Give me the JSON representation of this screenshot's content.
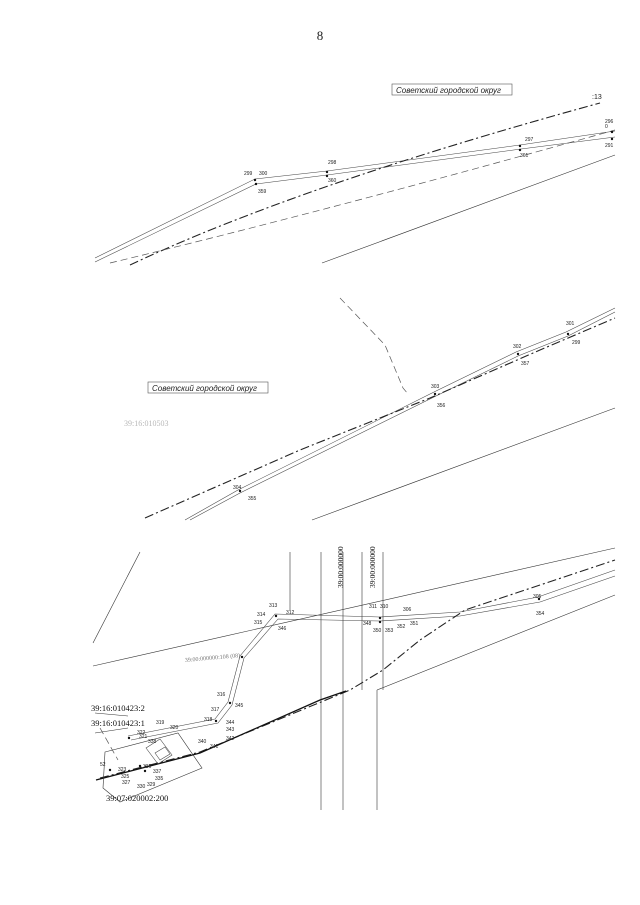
{
  "page_number": "8",
  "district_label": "Советский городской округ",
  "panel1": {
    "edge_code": ":13",
    "points": [
      "0",
      "296",
      "297",
      "361",
      "291",
      "298",
      "299",
      "300",
      "360",
      "359"
    ]
  },
  "panel2": {
    "faint_label": "39:16:010503",
    "points": [
      "301",
      "299",
      "302",
      "357",
      "303",
      "356",
      "304",
      "355"
    ]
  },
  "panel3": {
    "cadastral": {
      "a": "39:16:010423:2",
      "b": "39:16:010423:1",
      "c": "39:07:020002:200",
      "v1": "39:00:000000",
      "v2": "39:00:000000",
      "diag": "39:00:000000:108 (08)"
    },
    "points": [
      "313",
      "314",
      "315",
      "312",
      "346",
      "311",
      "310",
      "348",
      "350",
      "353",
      "352",
      "351",
      "306",
      "305",
      "354",
      "316",
      "317",
      "345",
      "318",
      "344",
      "343",
      "319",
      "320",
      "321",
      "322",
      "340",
      "341",
      "342",
      "52",
      "323",
      "325",
      "327",
      "330",
      "329",
      "335",
      "337",
      "336",
      "338"
    ]
  }
}
